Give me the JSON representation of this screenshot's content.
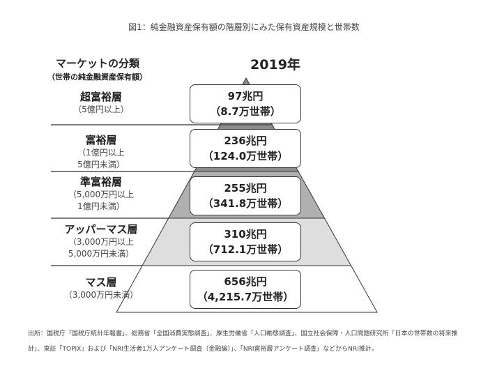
{
  "title": "図1：純金融資産保有額の階層別にみた保有資産規模と世帯数",
  "header": {
    "category": "マーケットの分類",
    "category_sub": "（世帯の純金融資産保有額）",
    "year": "2019年"
  },
  "tiers": [
    {
      "name": "超富裕層",
      "range": [
        "（5億円以上）"
      ],
      "assets": "97兆円",
      "households": "（8.7万世帯）",
      "fill": "#8c8c8c"
    },
    {
      "name": "富裕層",
      "range": [
        "（1億円以上",
        "5億円未満）"
      ],
      "assets": "236兆円",
      "households": "（124.0万世帯）",
      "fill": "#8c8c8c"
    },
    {
      "name": "準富裕層",
      "range": [
        "（5,000万円以上",
        "1億円未満）"
      ],
      "assets": "255兆円",
      "households": "（341.8万世帯）",
      "fill": "#b0b0b0"
    },
    {
      "name": "アッパーマス層",
      "range": [
        "（3,000万円以上",
        "5,000万円未満）"
      ],
      "assets": "310兆円",
      "households": "（712.1万世帯）",
      "fill": "#dedede"
    },
    {
      "name": "マス層",
      "range": [
        "（3,000万円未満）"
      ],
      "assets": "656兆円",
      "households": "（4,215.7万世帯）",
      "fill": "#ffffff"
    }
  ],
  "source": "出所：国税庁「国税庁統計年報書」、総務省「全国消費実態調査」、厚生労働省「人口動態調査」、国立社会保障・人口問題研究所「日本の世帯数の将来推計」、東証「TOPIX」および「NRI生活者1万人アンケート調査（金融編）」、「NRI富裕層アンケート調査」などからNRI推計。"
}
